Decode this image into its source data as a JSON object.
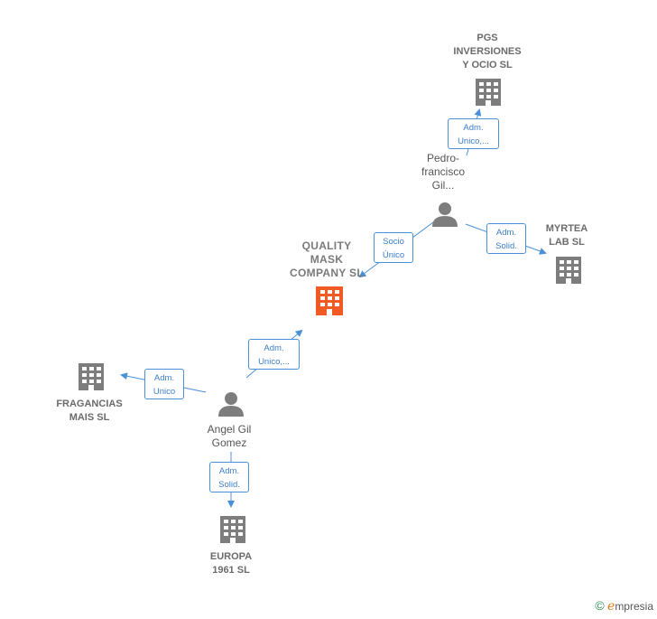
{
  "nodes": {
    "quality_mask": "QUALITY\nMASK\nCOMPANY  SL",
    "pgs": "PGS\nINVERSIONES\nY OCIO  SL",
    "myrtea": "MYRTEA\nLAB  SL",
    "fragancias": "FRAGANCIAS\nMAIS SL",
    "europa": "EUROPA\n1961 SL"
  },
  "people": {
    "pedro": "Pedro-\nfrancisco\nGil...",
    "angel": "Angel Gil\nGomez"
  },
  "relations": {
    "pedro_pgs": "Adm.\nUnico,...",
    "pedro_myrtea": "Adm.\nSolid.",
    "pedro_quality": "Socio\nÚnico",
    "angel_quality": "Adm.\nUnico,...",
    "angel_fragancias": "Adm.\nUnico",
    "angel_europa": "Adm.\nSolid."
  },
  "colors": {
    "main_company": "#f15a24",
    "company": "#7d7d7d",
    "person": "#7d7d7d",
    "edge": "#4a90d9"
  },
  "logo": {
    "copyright": "©",
    "brand_initial": "e",
    "brand_rest": "mpresia"
  }
}
